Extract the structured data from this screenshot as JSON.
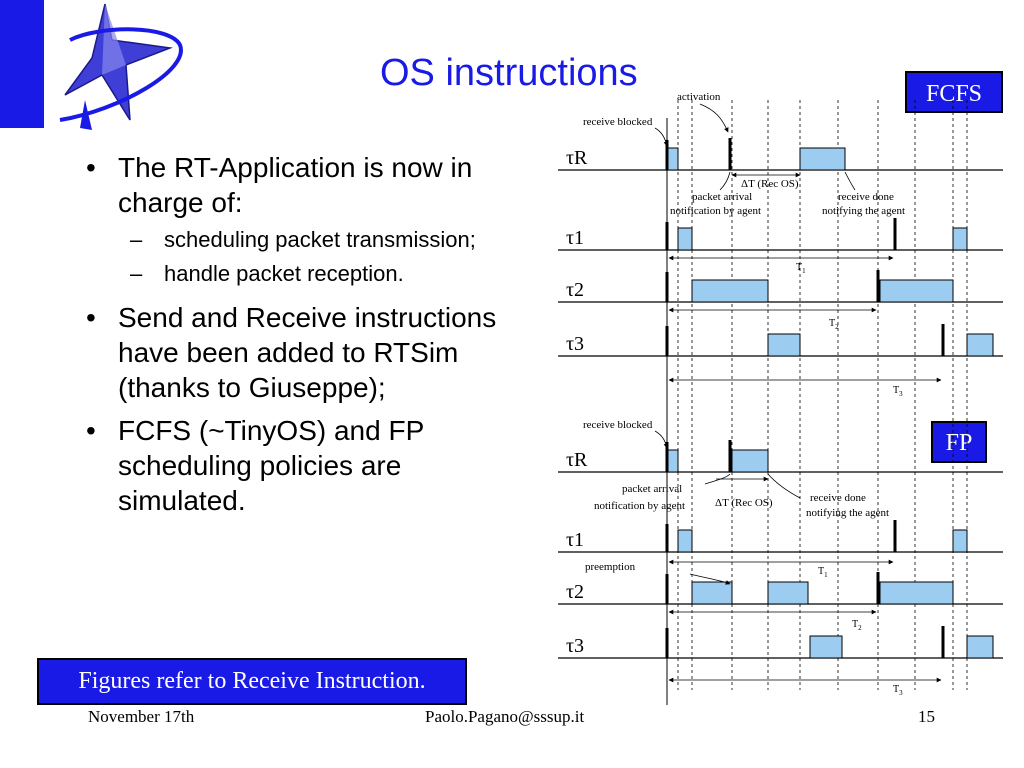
{
  "title": "OS instructions",
  "bullets": [
    {
      "text": "The RT-Application is now in charge of:",
      "sub": [
        "scheduling packet transmission;",
        "handle packet reception."
      ]
    },
    {
      "text": "Send and Receive instructions have been added to RTSim (thanks to Giuseppe);",
      "sub": []
    },
    {
      "text": "FCFS (~TinyOS) and FP scheduling policies are simulated.",
      "sub": []
    }
  ],
  "bullet_glyph": "•",
  "dash_glyph": "–",
  "caption": "Figures refer to Receive Instruction.",
  "footer": {
    "date": "November 17th",
    "email": "Paolo.Pagano@sssup.it",
    "page": "15"
  },
  "diagram": {
    "fcfs": {
      "label": "FCFS",
      "tasks": [
        "τR",
        "τ1",
        "τ2",
        "τ3"
      ],
      "annotations": {
        "activation": "activation",
        "receive_blocked": "receive blocked",
        "delta": "ΔT (Rec OS)",
        "packet_arrival": "packet arrival",
        "notification": "notification by agent",
        "receive_done": "receive done",
        "notifying": "notifying the agent",
        "T1": "T",
        "T2": "T",
        "T3": "T"
      }
    },
    "fp": {
      "label": "FP",
      "tasks": [
        "τR",
        "τ1",
        "τ2",
        "τ3"
      ],
      "annotations": {
        "receive_blocked": "receive blocked",
        "packet_arrival": "packet arrival",
        "notification": "notification by agent",
        "delta": "ΔT (Rec OS)",
        "receive_done": "receive done",
        "notifying": "notifying the agent",
        "preemption": "preemption",
        "T1": "T",
        "T2": "T",
        "T3": "T"
      }
    },
    "period_subscripts": [
      "1",
      "2",
      "3"
    ],
    "colors": {
      "block_fill": "#9ccdf0",
      "accent": "#1a1ae6"
    }
  }
}
